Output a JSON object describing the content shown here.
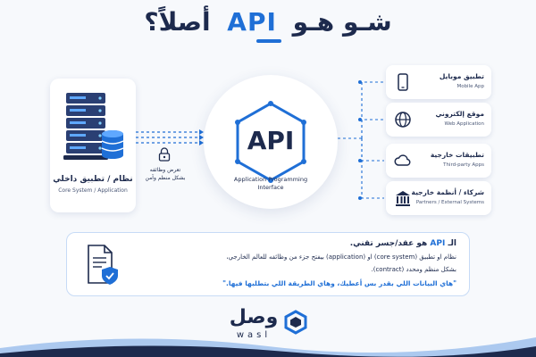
{
  "header": {
    "title_before": "شـو هـو",
    "title_api": "API",
    "title_after": "أصلاً؟"
  },
  "left_system": {
    "icon": "server-database-icon",
    "title": "نظام / تطبيق داخلي",
    "subtitle": "Core System / Application"
  },
  "connector": {
    "icon": "lock-icon",
    "text_line1": "تعرض وظائفه",
    "text_line2": "بشكل منظم وآمن"
  },
  "api_center": {
    "label": "API",
    "subtitle_line1": "Application Programming",
    "subtitle_line2": "Interface"
  },
  "consumers": [
    {
      "title": "تطبيق موبايل",
      "subtitle": "Mobile App",
      "icon": "mobile-phone-icon"
    },
    {
      "title": "موقع إلكتروني",
      "subtitle": "Web Application",
      "icon": "globe-icon"
    },
    {
      "title": "تطبيقات خارجية",
      "subtitle": "Third-party Apps",
      "icon": "cloud-icon"
    },
    {
      "title": "شركاء / أنظمة خارجية",
      "subtitle": "Partners / External Systems",
      "icon": "bank-building-icon"
    }
  ],
  "info": {
    "icon": "document-shield-icon",
    "line1_prefix": "الـ",
    "line1_highlight": "API",
    "line1_rest": "هو عقد/جسر تقني.",
    "line2": "نظام او تطبيق (core system) او (application) بيفتح جزء من وظائفه للعالم الخارجي،",
    "line3": "بشكل منظم ومحدد (contract).",
    "line4": "\"هاي البيانات اللي بقدر بس أعطيك، وهاي الطريقة اللي بتطلبها فيها.\""
  },
  "brand": {
    "name_ar": "وصل",
    "name_en": "wasl",
    "logo_icon": "wasl-hexagon-logo"
  },
  "colors": {
    "accent": "#1f6fd6",
    "navy": "#1d2a4d"
  }
}
